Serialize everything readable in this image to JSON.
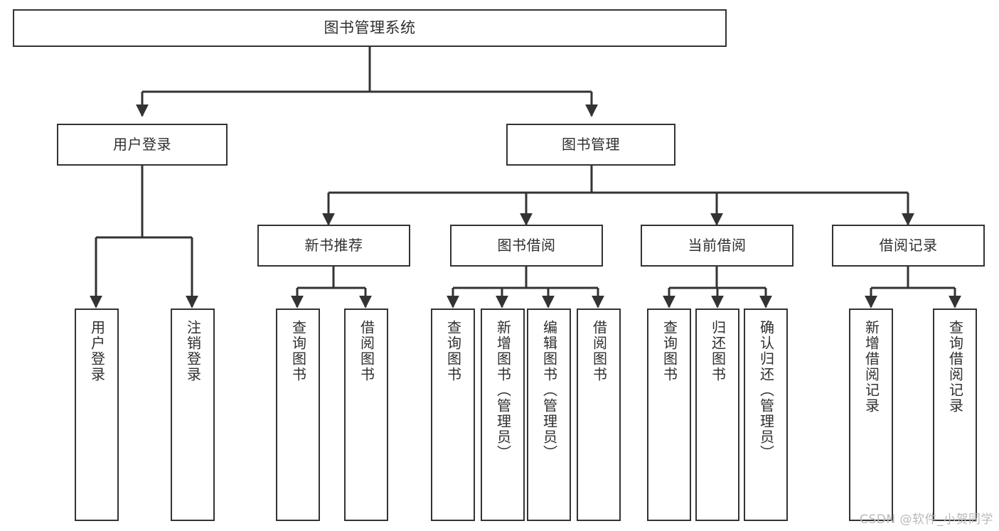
{
  "diagram": {
    "title": "图书管理系统",
    "watermark": "CSDN @软件_小贺同学",
    "stroke_color": "#333333",
    "text_color": "#2f2f2f",
    "background_color": "#ffffff",
    "watermark_color": "#b9b9b9"
  },
  "nodes": {
    "root": {
      "label": "图书管理系统"
    },
    "level1": [
      {
        "id": "user-login",
        "label": "用户登录"
      },
      {
        "id": "book-management",
        "label": "图书管理"
      }
    ],
    "level2": [
      {
        "id": "new-book-recommend",
        "label": "新书推荐"
      },
      {
        "id": "book-borrow",
        "label": "图书借阅"
      },
      {
        "id": "current-borrow",
        "label": "当前借阅"
      },
      {
        "id": "borrow-record",
        "label": "借阅记录"
      }
    ],
    "leaves": {
      "user_login": [
        {
          "id": "leaf-user-login",
          "label": "用户登录"
        },
        {
          "id": "leaf-logout",
          "label": "注销登录"
        }
      ],
      "new_book_recommend": [
        {
          "id": "leaf-query-book-1",
          "label": "查询图书"
        },
        {
          "id": "leaf-borrow-book-1",
          "label": "借阅图书"
        }
      ],
      "book_borrow": [
        {
          "id": "leaf-query-book-2",
          "label": "查询图书"
        },
        {
          "id": "leaf-add-book",
          "label": "新增图书（管理员）"
        },
        {
          "id": "leaf-edit-book",
          "label": "编辑图书（管理员）"
        },
        {
          "id": "leaf-borrow-book-2",
          "label": "借阅图书"
        }
      ],
      "current_borrow": [
        {
          "id": "leaf-query-book-3",
          "label": "查询图书"
        },
        {
          "id": "leaf-return-book",
          "label": "归还图书"
        },
        {
          "id": "leaf-confirm-return",
          "label": "确认归还（管理员）"
        }
      ],
      "borrow_record": [
        {
          "id": "leaf-add-record",
          "label": "新增借阅记录"
        },
        {
          "id": "leaf-query-record",
          "label": "查询借阅记录"
        }
      ]
    }
  }
}
